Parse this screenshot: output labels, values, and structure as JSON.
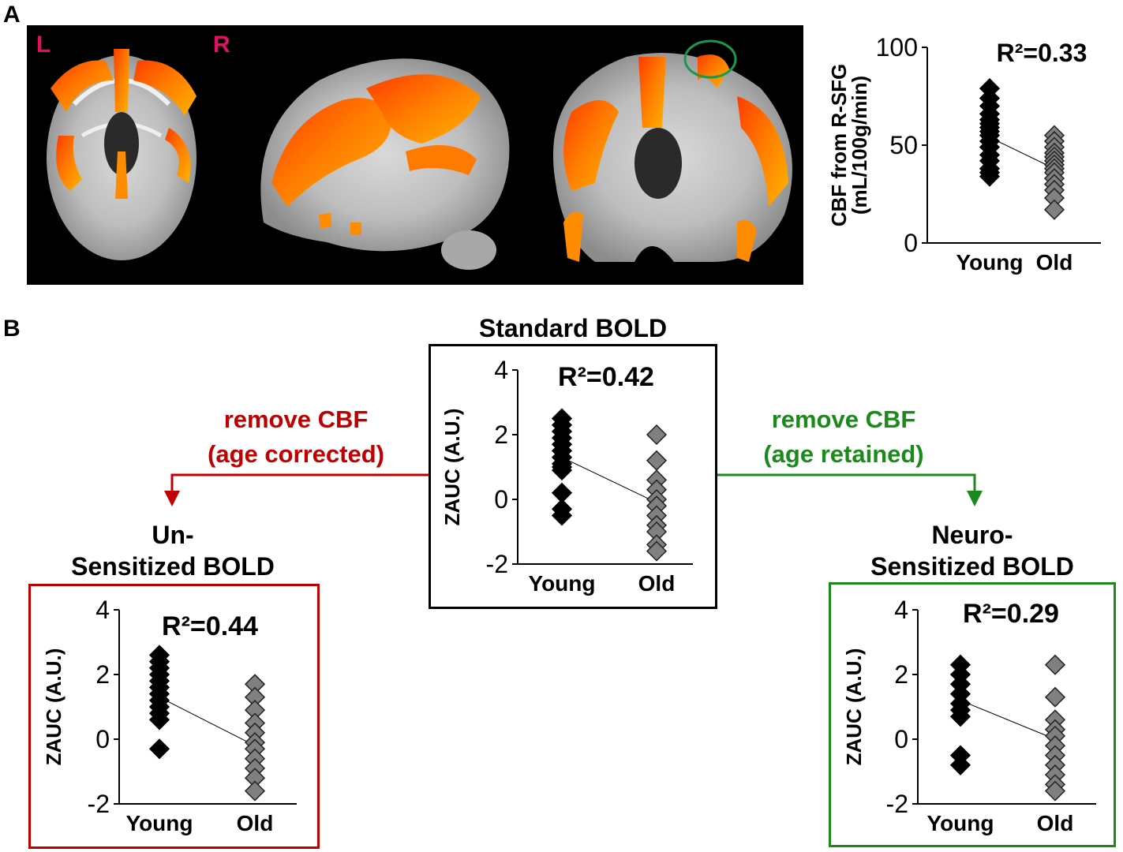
{
  "panels": {
    "a_letter": "A",
    "b_letter": "B"
  },
  "brain": {
    "left_label": "L",
    "right_label": "R",
    "label_color": "#e0115f",
    "roi_color": "#1a9850"
  },
  "flow": {
    "standard_title": "Standard BOLD",
    "left_label_line1": "remove CBF",
    "left_label_line2": "(age corrected)",
    "left_color": "#c00000",
    "right_label_line1": "remove CBF",
    "right_label_line2": "(age retained)",
    "right_color": "#1a8a1a",
    "unsens_title_line1": "Un-",
    "unsens_title_line2": "Sensitized BOLD",
    "neuro_title_line1": "Neuro-",
    "neuro_title_line2": "Sensitized BOLD"
  },
  "chart_data": [
    {
      "id": "cbf",
      "type": "scatter",
      "r2": "R²=0.33",
      "ylabel_line1": "CBF from R-SFG",
      "ylabel_line2": "(mL/100g/min)",
      "categories": [
        "Young",
        "Old"
      ],
      "yticks": [
        0,
        50,
        100
      ],
      "ylim": [
        0,
        100
      ],
      "series": [
        {
          "category": "Young",
          "values": [
            79,
            74,
            70,
            66,
            63,
            61,
            59,
            57,
            55,
            52,
            49,
            45,
            42,
            38,
            36,
            34
          ]
        },
        {
          "category": "Old",
          "values": [
            55,
            52,
            49,
            46,
            44,
            42,
            40,
            38,
            36,
            33,
            30,
            27,
            23,
            17
          ]
        }
      ],
      "trend": [
        54,
        38
      ],
      "colors": {
        "young": "#000000",
        "old": "#808080"
      }
    },
    {
      "id": "standard",
      "type": "scatter",
      "r2": "R²=0.42",
      "ylabel": "ZAUC (A.U.)",
      "categories": [
        "Young",
        "Old"
      ],
      "yticks": [
        -2,
        0,
        2,
        4
      ],
      "ylim": [
        -2,
        4
      ],
      "series": [
        {
          "category": "Young",
          "values": [
            2.5,
            2.3,
            2.1,
            1.9,
            1.7,
            1.5,
            1.3,
            1.1,
            1.0,
            0.9,
            0.2,
            -0.3,
            -0.5
          ]
        },
        {
          "category": "Old",
          "values": [
            2.0,
            1.2,
            0.6,
            0.3,
            0.0,
            -0.2,
            -0.5,
            -0.8,
            -1.0,
            -1.4,
            -1.6
          ]
        }
      ],
      "trend": [
        1.3,
        -0.1
      ],
      "colors": {
        "young": "#000000",
        "old": "#808080"
      }
    },
    {
      "id": "unsens",
      "type": "scatter",
      "r2": "R²=0.44",
      "ylabel": "ZAUC (A.U.)",
      "categories": [
        "Young",
        "Old"
      ],
      "yticks": [
        -2,
        0,
        2,
        4
      ],
      "ylim": [
        -2,
        4
      ],
      "series": [
        {
          "category": "Young",
          "values": [
            2.6,
            2.4,
            2.2,
            2.0,
            1.8,
            1.6,
            1.4,
            1.2,
            1.0,
            0.8,
            0.6,
            -0.3
          ]
        },
        {
          "category": "Old",
          "values": [
            1.7,
            1.3,
            0.9,
            0.5,
            0.2,
            -0.1,
            -0.3,
            -0.6,
            -0.9,
            -1.2,
            -1.6
          ]
        }
      ],
      "trend": [
        1.3,
        -0.2
      ],
      "colors": {
        "young": "#000000",
        "old": "#808080"
      }
    },
    {
      "id": "neuro",
      "type": "scatter",
      "r2": "R²=0.29",
      "ylabel": "ZAUC (A.U.)",
      "categories": [
        "Young",
        "Old"
      ],
      "yticks": [
        -2,
        0,
        2,
        4
      ],
      "ylim": [
        -2,
        4
      ],
      "series": [
        {
          "category": "Young",
          "values": [
            2.3,
            2.0,
            1.7,
            1.4,
            1.1,
            0.9,
            0.7,
            -0.5,
            -0.8
          ]
        },
        {
          "category": "Old",
          "values": [
            2.3,
            1.3,
            0.6,
            0.3,
            0.1,
            -0.2,
            -0.5,
            -0.8,
            -1.1,
            -1.4,
            -1.6
          ]
        }
      ],
      "trend": [
        1.2,
        0.0
      ],
      "colors": {
        "young": "#000000",
        "old": "#808080"
      }
    }
  ]
}
